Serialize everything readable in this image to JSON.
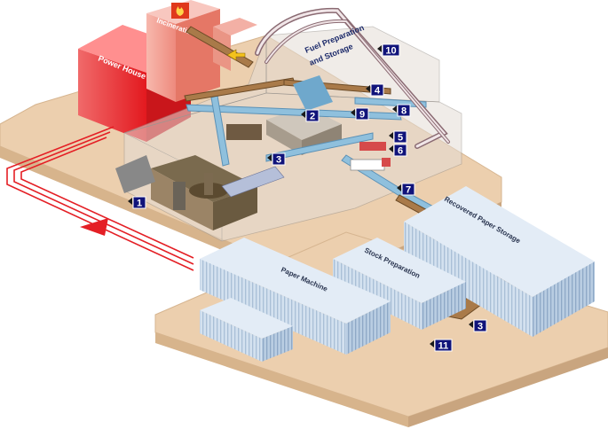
{
  "buildings": {
    "power_house": "Power House",
    "incineration": "Incineration",
    "fuel_preparation_line1": "Fuel Preparation",
    "fuel_preparation_line2": "and Storage",
    "recovered_paper_storage": "Recovered Paper Storage",
    "stock_preparation": "Stock Preparation",
    "paper_machine": "Paper Machine"
  },
  "markers": [
    {
      "id": "m1",
      "label": "1"
    },
    {
      "id": "m2",
      "label": "2"
    },
    {
      "id": "m3a",
      "label": "3"
    },
    {
      "id": "m3b",
      "label": "3"
    },
    {
      "id": "m4",
      "label": "4"
    },
    {
      "id": "m5",
      "label": "5"
    },
    {
      "id": "m6",
      "label": "6"
    },
    {
      "id": "m7",
      "label": "7"
    },
    {
      "id": "m8",
      "label": "8"
    },
    {
      "id": "m9",
      "label": "9"
    },
    {
      "id": "m10",
      "label": "10"
    },
    {
      "id": "m11",
      "label": "11"
    }
  ],
  "colors": {
    "ground": "#eccfae",
    "ground_edge": "#c9a57f",
    "power_house": "#e8252a",
    "incineration": "#f2a49a",
    "storage_blue": "#c9d8ea",
    "conveyor_blue": "#7fb6d6",
    "steam_line": "#e41f25",
    "marker": "#10137a"
  }
}
